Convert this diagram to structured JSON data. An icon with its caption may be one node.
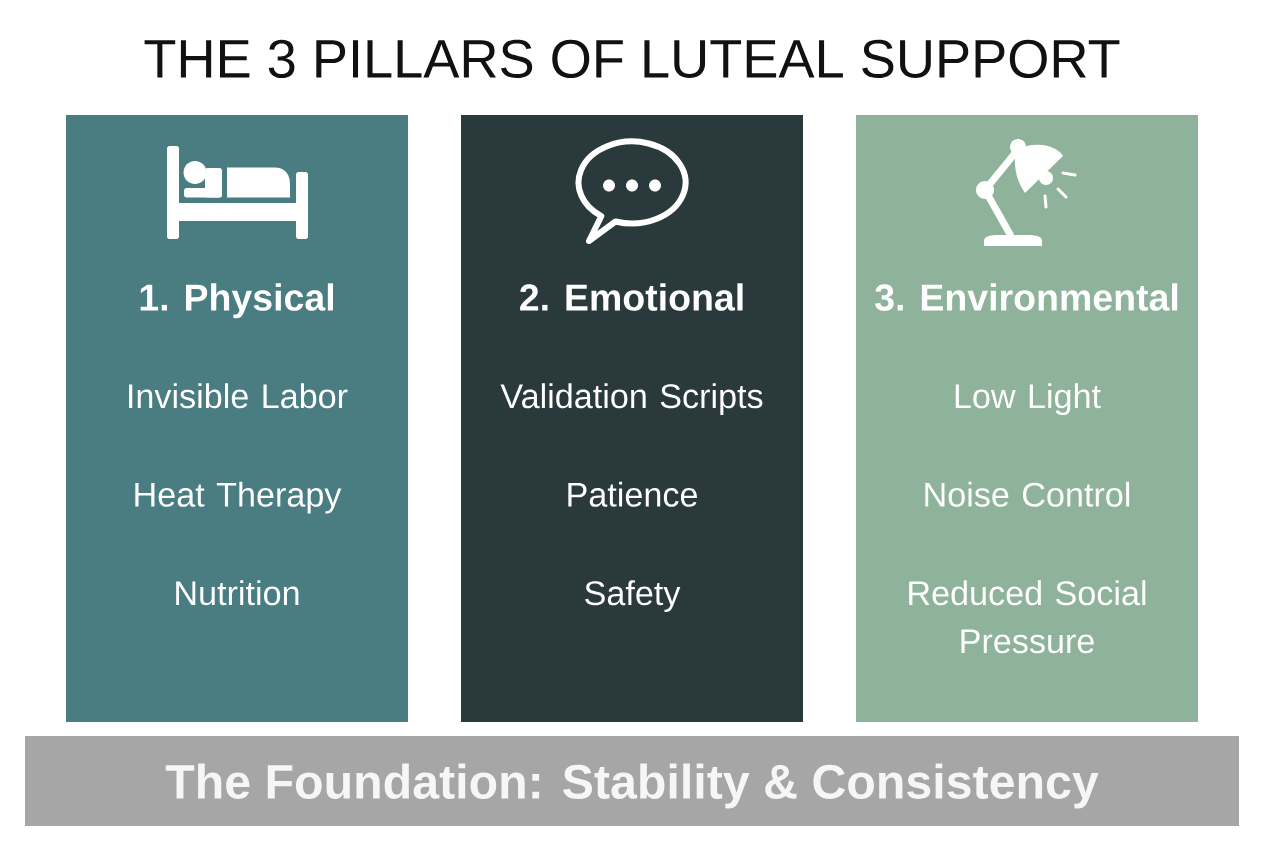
{
  "diagram": {
    "title": "THE 3 PILLARS OF LUTEAL SUPPORT",
    "nodes": [
      {
        "text": [
          "1. Physical",
          "Invisible Labor",
          "Heat Therapy",
          "Nutrition"
        ]
      },
      {
        "text": [
          "2. Emotional",
          "Validation Scripts",
          "Patience",
          "Safety"
        ]
      },
      {
        "text": [
          "3. Environmental",
          "Low Light",
          "Noise Control",
          "Reduced Social Pressure"
        ]
      },
      {
        "text": [
          "The Foundation: Stability & Consistency"
        ]
      }
    ]
  }
}
